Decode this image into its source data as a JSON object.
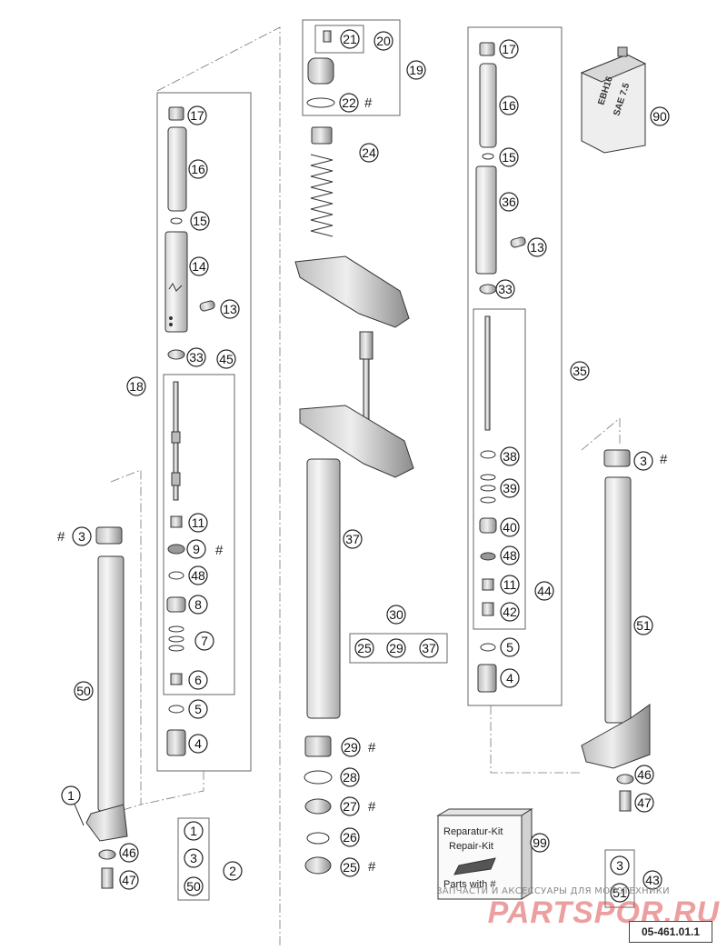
{
  "diagram": {
    "reference_code": "05-461.01.1",
    "kit_box": {
      "line1": "Reparatur-Kit",
      "line2": "Repair-Kit",
      "line3": "Parts with #"
    },
    "oil_can": {
      "line1": "EBH16",
      "line2": "SAE 7.5"
    },
    "watermark": {
      "small": "ЗАПЧАСТИ И АКСЕССУАРЫ ДЛЯ МОТОТЕХНИКИ",
      "big": "PARTSPOR.RU"
    },
    "hash_mark": "#",
    "callouts": [
      {
        "label": "17"
      },
      {
        "label": "16"
      },
      {
        "label": "15"
      },
      {
        "label": "14"
      },
      {
        "label": "13"
      },
      {
        "label": "33"
      },
      {
        "label": "45"
      },
      {
        "label": "18"
      },
      {
        "label": "3"
      },
      {
        "label": "11"
      },
      {
        "label": "9"
      },
      {
        "label": "48"
      },
      {
        "label": "8"
      },
      {
        "label": "7"
      },
      {
        "label": "6"
      },
      {
        "label": "50"
      },
      {
        "label": "5"
      },
      {
        "label": "4"
      },
      {
        "label": "1"
      },
      {
        "label": "46"
      },
      {
        "label": "47"
      },
      {
        "label": "1"
      },
      {
        "label": "3"
      },
      {
        "label": "50"
      },
      {
        "label": "2"
      },
      {
        "label": "21"
      },
      {
        "label": "20"
      },
      {
        "label": "19"
      },
      {
        "label": "22"
      },
      {
        "label": "24"
      },
      {
        "label": "37"
      },
      {
        "label": "30"
      },
      {
        "label": "25"
      },
      {
        "label": "29"
      },
      {
        "label": "37"
      },
      {
        "label": "29"
      },
      {
        "label": "28"
      },
      {
        "label": "27"
      },
      {
        "label": "26"
      },
      {
        "label": "25"
      },
      {
        "label": "17"
      },
      {
        "label": "16"
      },
      {
        "label": "15"
      },
      {
        "label": "36"
      },
      {
        "label": "13"
      },
      {
        "label": "33"
      },
      {
        "label": "35"
      },
      {
        "label": "38"
      },
      {
        "label": "39"
      },
      {
        "label": "40"
      },
      {
        "label": "48"
      },
      {
        "label": "11"
      },
      {
        "label": "44"
      },
      {
        "label": "42"
      },
      {
        "label": "5"
      },
      {
        "label": "4"
      },
      {
        "label": "3"
      },
      {
        "label": "51"
      },
      {
        "label": "46"
      },
      {
        "label": "47"
      },
      {
        "label": "90"
      },
      {
        "label": "99"
      },
      {
        "label": "3"
      },
      {
        "label": "43"
      },
      {
        "label": "51"
      }
    ]
  }
}
